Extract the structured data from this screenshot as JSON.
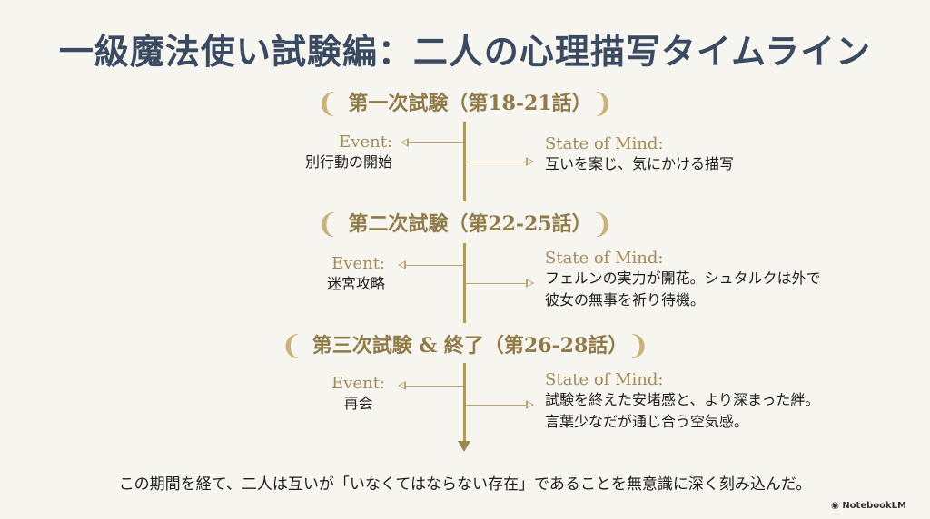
{
  "title": "一級魔法使い試験編：二人の心理描写タイムライン",
  "phases": [
    {
      "heading": "第一次試験（第18-21話）",
      "event_label": "Event:",
      "event_text": "別行動の開始",
      "state_label": "State of Mind:",
      "state_lines": [
        "互いを案じ、気にかける描写"
      ]
    },
    {
      "heading": "第二次試験（第22-25話）",
      "event_label": "Event:",
      "event_text": "迷宮攻略",
      "state_label": "State of Mind:",
      "state_lines": [
        "フェルンの実力が開花。シュタルクは外で",
        "彼女の無事を祈り待機。"
      ]
    },
    {
      "heading": "第三次試験 & 終了（第26-28話）",
      "event_label": "Event:",
      "event_text": "再会",
      "state_label": "State of Mind:",
      "state_lines": [
        "試験を終えた安堵感と、より深まった絆。",
        "言葉少なだが通じ合う空気感。"
      ]
    }
  ],
  "icons": {
    "laurel_left": "❦",
    "laurel_right": "❦"
  },
  "footer": "この期間を経て、二人は互いが「いなくてはならない存在」であることを無意識に深く刻み込んだ。",
  "brand": "NotebookLM",
  "colors": {
    "title": "#3a4a60",
    "gold": "#b09a5e",
    "background": "#f7f5f0"
  }
}
